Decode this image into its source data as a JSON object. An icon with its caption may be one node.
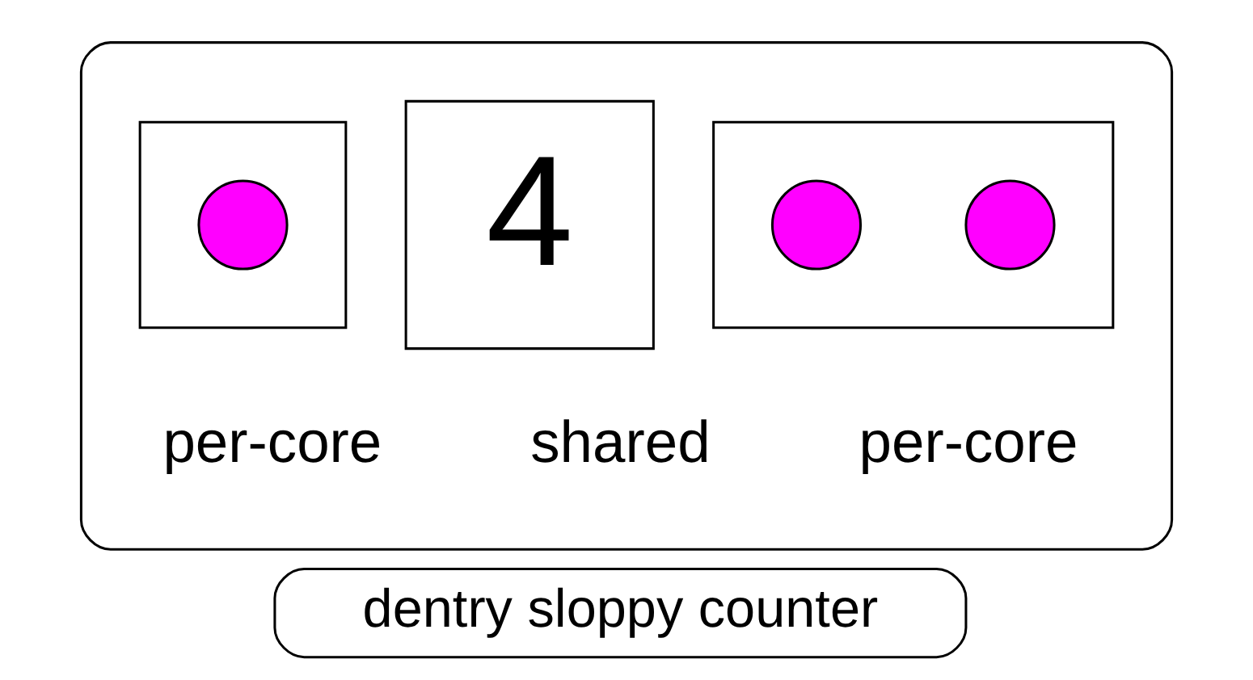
{
  "diagram": {
    "nodes": [
      {
        "text": [],
        "shape": "box"
      },
      {
        "text": [],
        "shape": "box",
        "in": 0,
        "beside": [
          "per-core"
        ]
      },
      {
        "text": [],
        "shape": "circle",
        "in": 1
      },
      {
        "text": [
          "4"
        ],
        "in": 0,
        "beside": [
          "shared"
        ]
      },
      {
        "text": [],
        "shape": "box",
        "in": 0,
        "beside": [
          "per-core"
        ]
      },
      {
        "text": [],
        "shape": "circle",
        "in": 4
      },
      {
        "text": [],
        "shape": "circle",
        "in": 4
      },
      {
        "text": [
          "dentry sloppy counter"
        ]
      }
    ]
  }
}
